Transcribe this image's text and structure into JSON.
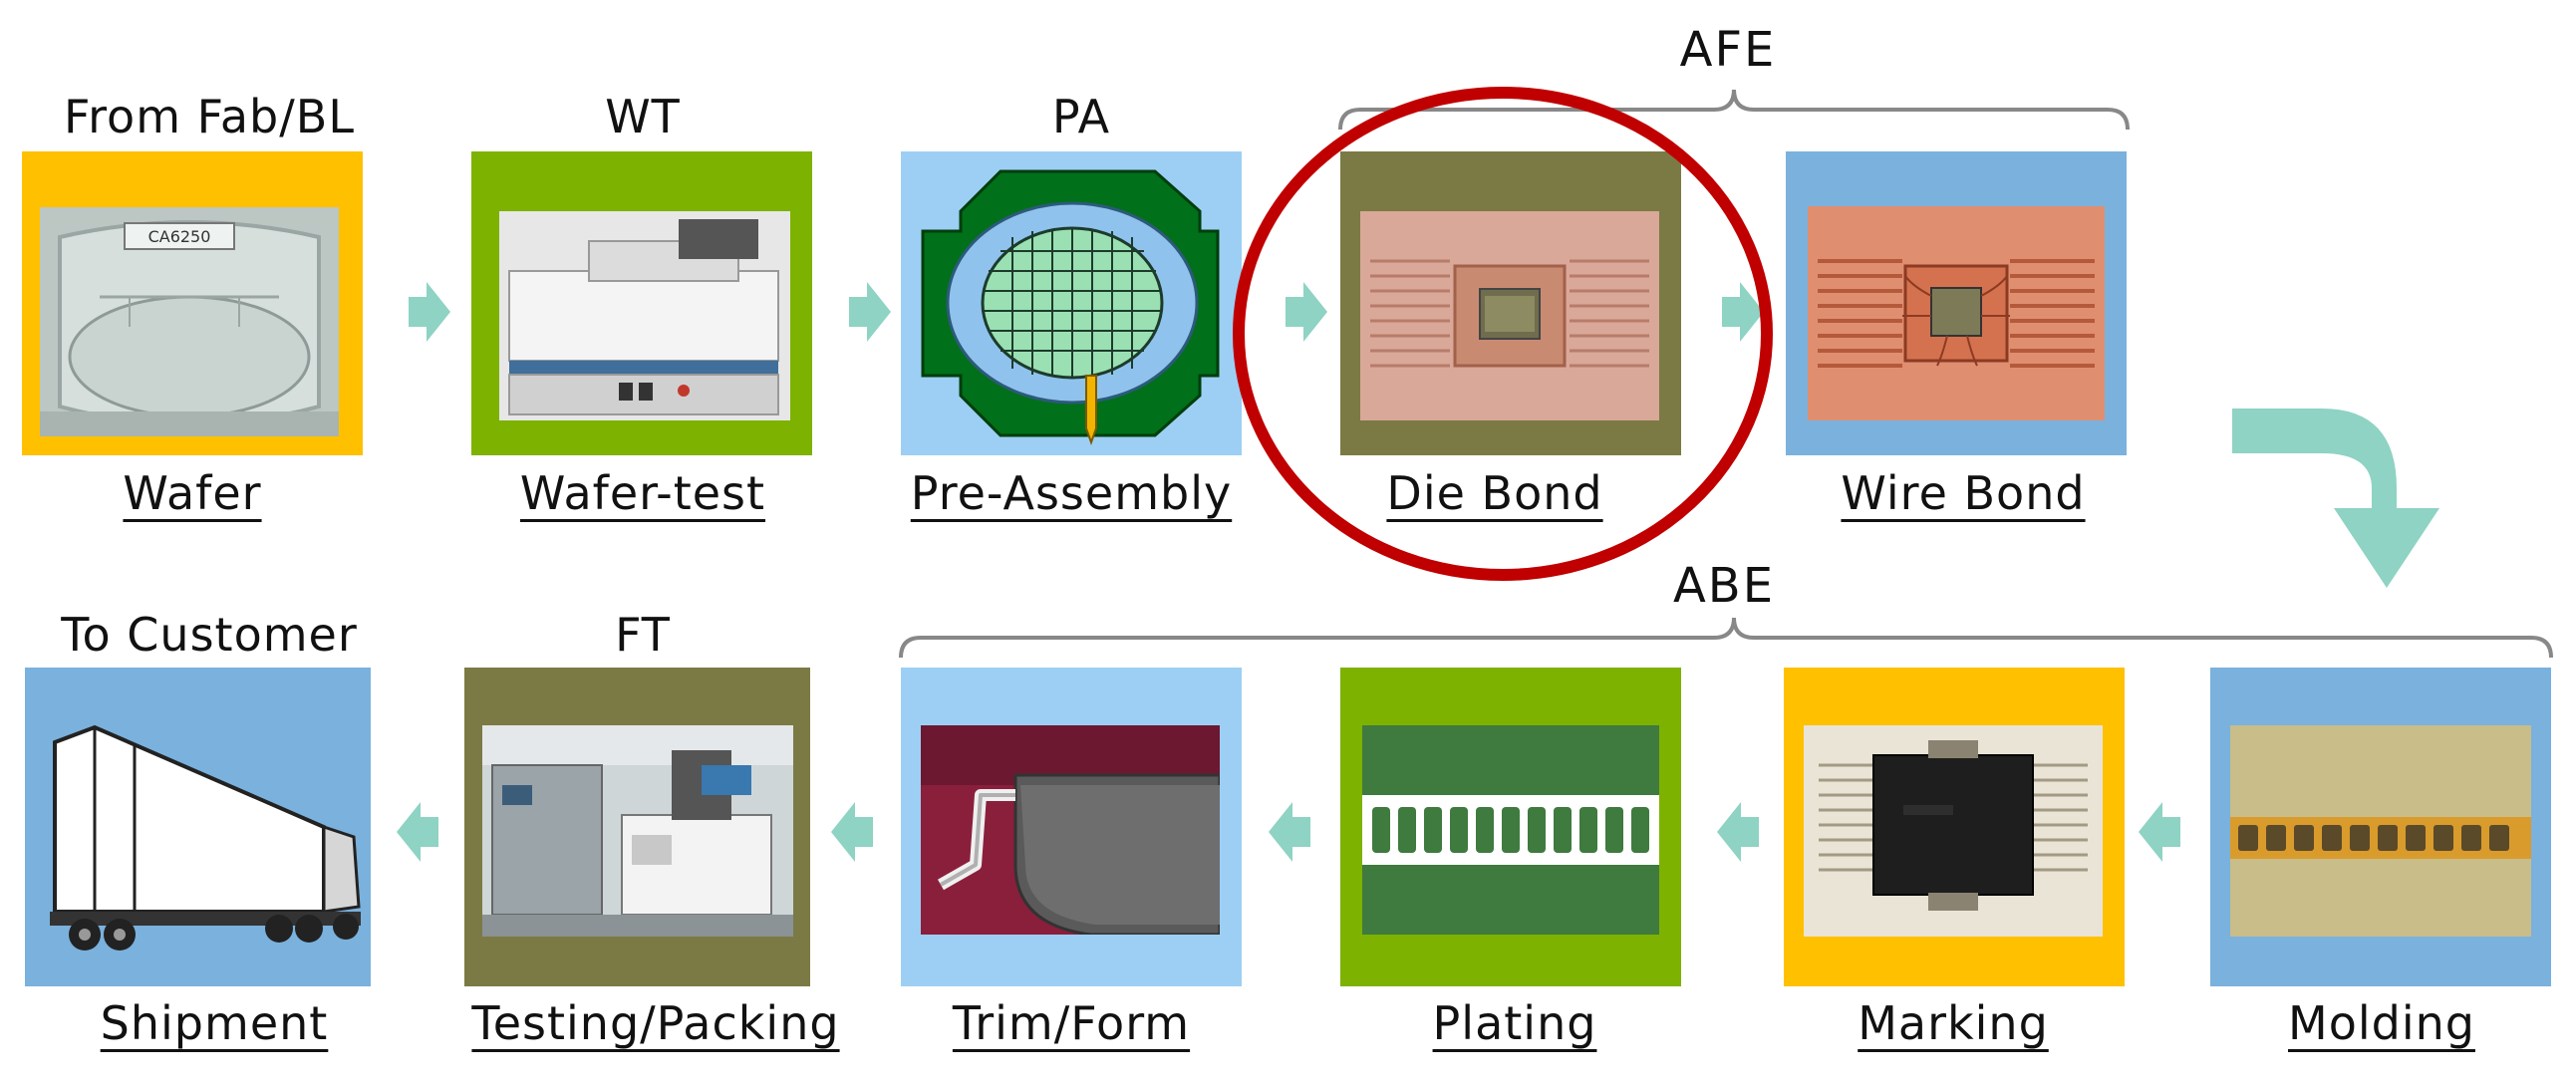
{
  "groups": {
    "afe": "AFE",
    "abe": "ABE"
  },
  "steps": {
    "wafer": {
      "top": "From Fab/BL",
      "caption": "Wafer",
      "color": "#ffc000"
    },
    "wt": {
      "top": "WT",
      "caption": "Wafer-test",
      "color": "#7db200"
    },
    "pa": {
      "top": "PA",
      "caption": "Pre-Assembly",
      "color": "#9dcff4"
    },
    "diebond": {
      "caption": "Die Bond",
      "color": "#7b7a45"
    },
    "wirebond": {
      "caption": "Wire Bond",
      "color": "#7ab1dd"
    },
    "molding": {
      "caption": "Molding",
      "color": "#7ab1dd"
    },
    "marking": {
      "caption": "Marking",
      "color": "#ffc000"
    },
    "plating": {
      "caption": "Plating",
      "color": "#7db200"
    },
    "trim": {
      "caption": "Trim/Form",
      "color": "#9dcff4"
    },
    "ft": {
      "top": "FT",
      "caption": "Testing/Packing",
      "color": "#7b7a45"
    },
    "ship": {
      "top": "To Customer",
      "caption": "Shipment",
      "color": "#7ab1dd"
    }
  },
  "photo_labels": {
    "wafer_box": "CA6250"
  },
  "colors": {
    "arrow": "#8ed3c4",
    "highlight_circle": "#c00000",
    "bracket": "#888888"
  },
  "icons": {
    "flow_arrow": "right-arrow-icon",
    "return_arrow": "left-arrow-icon",
    "turn_arrow": "curved-down-arrow-icon",
    "truck": "truck-icon"
  }
}
